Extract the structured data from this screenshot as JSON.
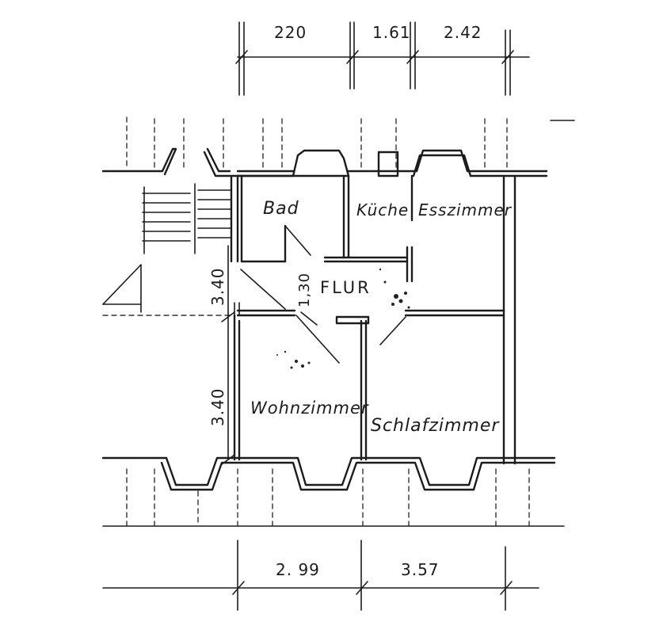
{
  "rooms": {
    "bad": "Bad",
    "kueche": "Küche",
    "esszimmer": "Esszimmer",
    "flur": "FLUR",
    "wohnzimmer": "Wohnzimmer",
    "schlafzimmer": "Schlafzimmer"
  },
  "dimensions": {
    "top": [
      "220",
      "1.61",
      "2.42"
    ],
    "bottom": [
      "2. 99",
      "3.57"
    ],
    "left_upper": "3.40",
    "left_lower": "3.40",
    "flur_width": "1,30"
  }
}
